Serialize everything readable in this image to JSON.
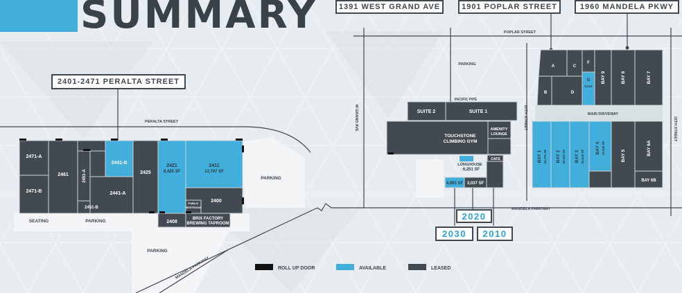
{
  "header": {
    "title": "SUMMARY"
  },
  "property_tags": {
    "peralta": "2401-2471 PERALTA STREET",
    "west_grand": "1391 WEST GRAND AVE",
    "poplar": "1901 POPLAR STREET",
    "mandela_pkwy": "1960 MANDELA PKWY",
    "b2020": "2020",
    "b2030": "2030",
    "b2010": "2010"
  },
  "streets": {
    "peralta": "PERALTA STREET",
    "poplar": "POPLAR STREET",
    "w_grand": "W GRAND AVE",
    "st20": "20TH STREET",
    "st18": "18TH STREET",
    "mandela_right": "MANDELA PARKWAY",
    "mandela_left": "MANDELA PARKWAY",
    "main_driveway": "MAIN DRIVEWAY",
    "pacific_pipe": "PACIFIC PIPE"
  },
  "areas": {
    "seating": "SEATING",
    "parking_a": "PARKING",
    "parking_b": "PARKING",
    "parking_c": "PARKING",
    "parking_d": "PARKING"
  },
  "units_left": {
    "u2471a": "2471-A",
    "u2471b": "2471-B",
    "u2461": "2461",
    "u2451a": "2451-A",
    "u2451b": "2451-B",
    "u2441b": "2441-B",
    "u2441a": "2441-A",
    "u2425": "2425",
    "u2421": "2421",
    "u2421_sf": "8,426 SF",
    "u2411": "2411",
    "u2411_sf": "12,797 SF",
    "u2400": "2400",
    "u2408": "2408",
    "restroom_1": "PUBLIC",
    "restroom_2": "RESTROOM",
    "brix_1": "BRIX FACTORY",
    "brix_2": "BREWING TAPROOM"
  },
  "units_middle": {
    "suite2": "SUITE 2",
    "suite1": "SUITE 1",
    "gym_1": "TOUCHSTONE",
    "gym_2": "CLIMBING GYM",
    "amenity_1": "AMENITY",
    "amenity_2": "LOUNGE",
    "cafe": "CAFE",
    "longhouse": "LONGHOUSE",
    "longhouse_sf": "6,251 SF",
    "u4891": "4,891 SF",
    "u3037": "3,037 SF"
  },
  "units_right": {
    "a": "A",
    "b": "B",
    "c": "C",
    "d": "D",
    "f": "F",
    "g": "G",
    "g_sf": "5,314",
    "bay9": "BAY 9",
    "bay8": "BAY 8",
    "bay7": "BAY 7",
    "bay1": "BAY 1",
    "bay1_sf": "22,791 SF",
    "bay2": "BAY 2",
    "bay2_sf": "20,303 SF",
    "bay3": "BAY 3",
    "bay3_sf": "22,640 SF",
    "bay4": "BAY 4",
    "bay4_sf": "12,000 SF",
    "bay5": "BAY 5",
    "bay6a": "BAY 6A",
    "bay6b": "BAY 6B"
  },
  "legend": {
    "roll_up": "ROLL UP DOOR",
    "available": "AVAILABLE",
    "leased": "LEASED"
  },
  "colors": {
    "available": "#41aedb",
    "leased": "#424950",
    "roll_up": "#111111",
    "title": "#3b4148",
    "background": "#e6ecef",
    "path": "#f3f5f6"
  }
}
